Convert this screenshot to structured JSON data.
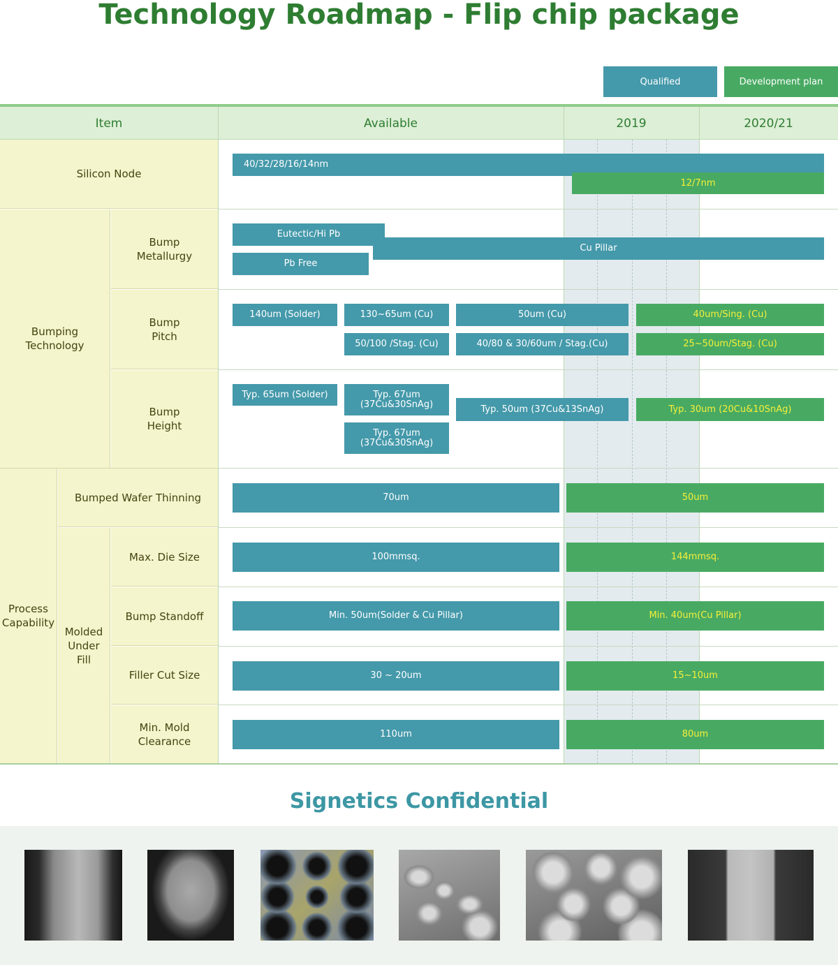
{
  "title": "Technology Roadmap - Flip chip package",
  "legend": {
    "qualified": "Qualified",
    "development": "Development plan"
  },
  "colors": {
    "qualified": "#4499aa",
    "development": "#48aa62",
    "highlight_text": "#f6ef3a",
    "title": "#2e7d32"
  },
  "columns": {
    "item": "Item",
    "available": "Available",
    "y2019": "2019",
    "y2020": "2020/21"
  },
  "rows": {
    "silicon_node": {
      "label": "Silicon Node",
      "bars": [
        "40/32/28/16/14nm",
        "12/7nm"
      ]
    },
    "bumping": {
      "label": "Bumping\nTechnology",
      "metallurgy": {
        "label": "Bump\nMetallurgy",
        "bars": [
          "Eutectic/Hi Pb",
          "Cu Pillar",
          "Pb Free"
        ]
      },
      "pitch": {
        "label": "Bump\nPitch",
        "bars": [
          "140um (Solder)",
          "130~65um (Cu)",
          "50um  (Cu)",
          "40um/Sing. (Cu)",
          "50/100 /Stag. (Cu)",
          "40/80 & 30/60um / Stag.(Cu)",
          "25~50um/Stag.  (Cu)"
        ]
      },
      "height": {
        "label": "Bump\nHeight",
        "bars": [
          "Typ. 65um (Solder)",
          "Typ. 67um\n(37Cu&30SnAg)",
          "Typ. 50um (37Cu&13SnAg)",
          "Typ. 30um  (20Cu&10SnAg)",
          "Typ. 67um\n(37Cu&30SnAg)"
        ]
      }
    },
    "process": {
      "label": "Process\nCapability",
      "thinning": {
        "label": "Bumped Wafer Thinning",
        "bars": [
          "70um",
          "50um"
        ]
      },
      "muf": {
        "label": "Molded\nUnder\nFill",
        "die_size": {
          "label": "Max. Die Size",
          "bars": [
            "100mmsq.",
            "144mmsq."
          ]
        },
        "standoff": {
          "label": "Bump Standoff",
          "bars": [
            "Min. 50um(Solder & Cu Pillar)",
            "Min. 40um(Cu Pillar)"
          ]
        },
        "filler": {
          "label": "Filler Cut Size",
          "bars": [
            "30 ~ 20um",
            "15~10um"
          ]
        },
        "clearance": {
          "label": "Min. Mold\nClearance",
          "bars": [
            "110um",
            "80um"
          ]
        }
      }
    }
  },
  "footer": {
    "confidential": "Signetics Confidential"
  },
  "photos": [
    {
      "name": "cu-pillar-cross-section-photo",
      "bg": "linear-gradient(90deg,#1a1a1a 0%,#2a2a2a 15%,#8a8a8a 30%,#b8b8b8 55%,#9a9a9a 75%,#303030 90%,#151515 100%)"
    },
    {
      "name": "solder-bump-sem-photo",
      "bg": "radial-gradient(ellipse 45% 55% at 50% 45%,#a9a9a9 0%,#8e8e8e 60%,#444 80%,#1a1a1a 100%)"
    },
    {
      "name": "bump-array-top-view-photo",
      "bg": "radial-gradient(circle at 15% 18%,#111 8%,#6a7a88 14%,transparent 16%),radial-gradient(circle at 50% 18%,#111 8%,#6a7a88 14%,transparent 16%),radial-gradient(circle at 85% 18%,#111 8%,#6a7a88 14%,transparent 16%),radial-gradient(circle at 15% 52%,#111 8%,#6a7a88 14%,transparent 16%),radial-gradient(circle at 50% 52%,#111 8%,#6a7a88 14%,transparent 16%),radial-gradient(circle at 85% 52%,#111 8%,#6a7a88 14%,transparent 16%),radial-gradient(circle at 15% 86%,#111 8%,#6a7a88 14%,transparent 16%),radial-gradient(circle at 50% 86%,#111 8%,#6a7a88 14%,transparent 16%),radial-gradient(circle at 85% 86%,#111 8%,#6a7a88 14%,transparent 16%),linear-gradient(135deg,#8b97b6,#a8a46a,#7a89ae)"
    },
    {
      "name": "bump-array-tilted-sem-photo",
      "bg": "radial-gradient(ellipse at 20% 30%,#d8d8d8 6%,#8c8c8c 12%,transparent 14%),radial-gradient(ellipse at 45% 45%,#d8d8d8 6%,#8c8c8c 12%,transparent 14%),radial-gradient(ellipse at 70% 60%,#d8d8d8 6%,#8c8c8c 12%,transparent 14%),radial-gradient(ellipse at 30% 70%,#d8d8d8 6%,#8c8c8c 12%,transparent 14%),radial-gradient(ellipse at 80% 85%,#d8d8d8 8%,#8c8c8c 14%,transparent 16%),linear-gradient(160deg,#a8a8a8,#6e6e6e)"
    },
    {
      "name": "cu-pillar-array-sem-photo",
      "bg": "radial-gradient(circle at 20% 25%,#dcdcdc 8%,#8a8a8a 15%,transparent 17%),radial-gradient(circle at 55% 20%,#dcdcdc 8%,#8a8a8a 15%,transparent 17%),radial-gradient(circle at 85% 30%,#dcdcdc 8%,#8a8a8a 15%,transparent 17%),radial-gradient(circle at 35% 60%,#dcdcdc 8%,#8a8a8a 15%,transparent 17%),radial-gradient(circle at 70% 62%,#dcdcdc 8%,#8a8a8a 15%,transparent 17%),radial-gradient(circle at 25% 90%,#dcdcdc 8%,#8a8a8a 15%,transparent 17%),radial-gradient(circle at 85% 92%,#dcdcdc 8%,#8a8a8a 15%,transparent 17%),linear-gradient(160deg,#9a9a9a,#5f5f5f)"
    },
    {
      "name": "bump-cross-section-photo",
      "bg": "linear-gradient(90deg,#2a2a2a 0%,#3a3a3a 30%,#b9b9b9 32%,#c4c4c4 50%,#b0b0b0 68%,#3a3a3a 70%,#2a2a2a 100%)"
    }
  ]
}
